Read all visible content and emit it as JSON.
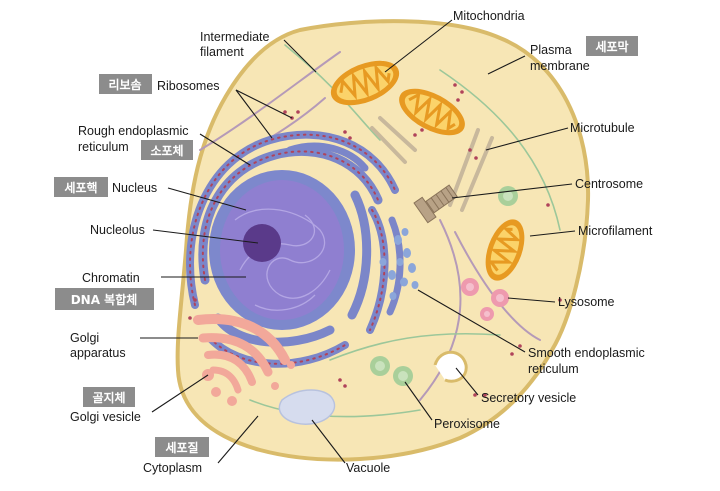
{
  "labels": {
    "intermediate_filament_1": "Intermediate",
    "intermediate_filament_2": "filament",
    "mitochondria": "Mitochondria",
    "plasma_membrane_1": "Plasma",
    "plasma_membrane_2": "membrane",
    "ribosomes": "Ribosomes",
    "rough_er_1": "Rough endoplasmic",
    "rough_er_2": "reticulum",
    "microtubule": "Microtubule",
    "centrosome": "Centrosome",
    "nucleus": "Nucleus",
    "microfilament": "Microfilament",
    "nucleolus": "Nucleolus",
    "chromatin": "Chromatin",
    "lysosome": "Lysosome",
    "golgi_apparatus_1": "Golgi",
    "golgi_apparatus_2": "apparatus",
    "smooth_er_1": "Smooth endoplasmic",
    "smooth_er_2": "reticulum",
    "secretory_vesicle": "Secretory vesicle",
    "golgi_vesicle": "Golgi vesicle",
    "peroxisome": "Peroxisome",
    "cytoplasm": "Cytoplasm",
    "vacuole": "Vacuole"
  },
  "badges": {
    "plasma_membrane": "세포막",
    "ribosomes": "리보솜",
    "rough_er": "소포체",
    "nucleus": "세포핵",
    "chromatin": "DNA 복합체",
    "golgi_vesicle": "골지체",
    "cytoplasm": "세포질"
  },
  "colors": {
    "cytoplasm_fill": "#f7e6b5",
    "cell_outline": "#d9bb6a",
    "nucleus_fill": "#8f7fd0",
    "nucleolus_fill": "#5a3a8a",
    "er_fill": "#7b86c9",
    "mitochondria_outer": "#e79a22",
    "golgi_fill": "#f2a89a",
    "lysosome_fill": "#ee9aae",
    "peroxisome_fill": "#a9cf9a",
    "vacuole_fill": "#d6dcee",
    "badge_fill": "#8c8c8c"
  }
}
